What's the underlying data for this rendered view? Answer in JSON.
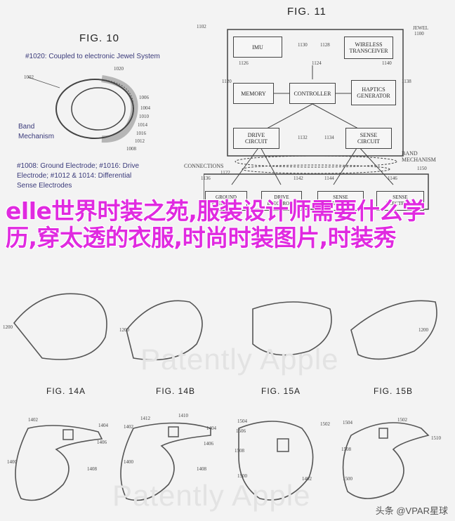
{
  "fig10": {
    "title": "FIG. 10",
    "subtitle": "#1020: Coupled to electronic Jewel System",
    "band_label": "Band\nMechanism",
    "caption": "#1008: Ground Electrode; #1016: Drive\nElectrode; #1012 & 1014: Differential\nSense Electrodes",
    "refs": [
      "1002",
      "1020",
      "1006",
      "1004",
      "1010",
      "1014",
      "1016",
      "1012",
      "1008"
    ]
  },
  "fig11": {
    "title": "FIG. 11",
    "top_ref": "1102",
    "jewel": "JEWEL",
    "jewel_ref": "1100",
    "boxes": {
      "imu": "IMU",
      "wireless": "WIRELESS\nTRANSCEIVER",
      "memory": "MEMORY",
      "controller": "CONTROLLER",
      "haptics": "HAPTICS\nGENERATOR",
      "drive": "DRIVE\nCIRCUIT",
      "sense": "SENSE\nCIRCUIT",
      "ground": "GROUND\nELECTRODE",
      "drive_el": "DRIVE\nELECTRODE",
      "sense_el1": "SENSE\nELECTRODE",
      "sense_el2": "SENSE\nELECTRODE"
    },
    "refs": {
      "imu": "1130",
      "wireless": "1128",
      "r1126": "1126",
      "r1124": "1124",
      "r1140": "1140",
      "memory": "1120",
      "haptics": "1138",
      "drive": "1132",
      "sense": "1134",
      "r1122": "1122",
      "r1136": "1136",
      "r1142": "1142",
      "r1144": "1144",
      "r1146": "1146",
      "r1150": "1150"
    },
    "connections": "CONNECTIONS",
    "band": "BAND\nMECHANISM"
  },
  "overlay_text": "elle世界时装之苑,服装设计师需要什么学历,穿太透的衣服,时尚时装图片,时装秀",
  "mid_refs": [
    "1200",
    "1200",
    "1200"
  ],
  "watermark_mid": "Patently Apple",
  "fig14a": {
    "title": "FIG. 14A",
    "refs": [
      "1402",
      "1404",
      "1406",
      "1400",
      "1408"
    ]
  },
  "fig14b": {
    "title": "FIG. 14B",
    "refs": [
      "1410",
      "1412",
      "1402",
      "1404",
      "1406",
      "1400",
      "1408"
    ]
  },
  "fig15a": {
    "title": "FIG. 15A",
    "refs": [
      "1504",
      "1506",
      "1502",
      "1508",
      "1500",
      "1402"
    ]
  },
  "fig15b": {
    "title": "FIG. 15B",
    "refs": [
      "1504",
      "1502",
      "1508",
      "1510",
      "1500"
    ]
  },
  "watermark_bottom": "Patently Apple",
  "credit": "头条 @VPAR星球"
}
